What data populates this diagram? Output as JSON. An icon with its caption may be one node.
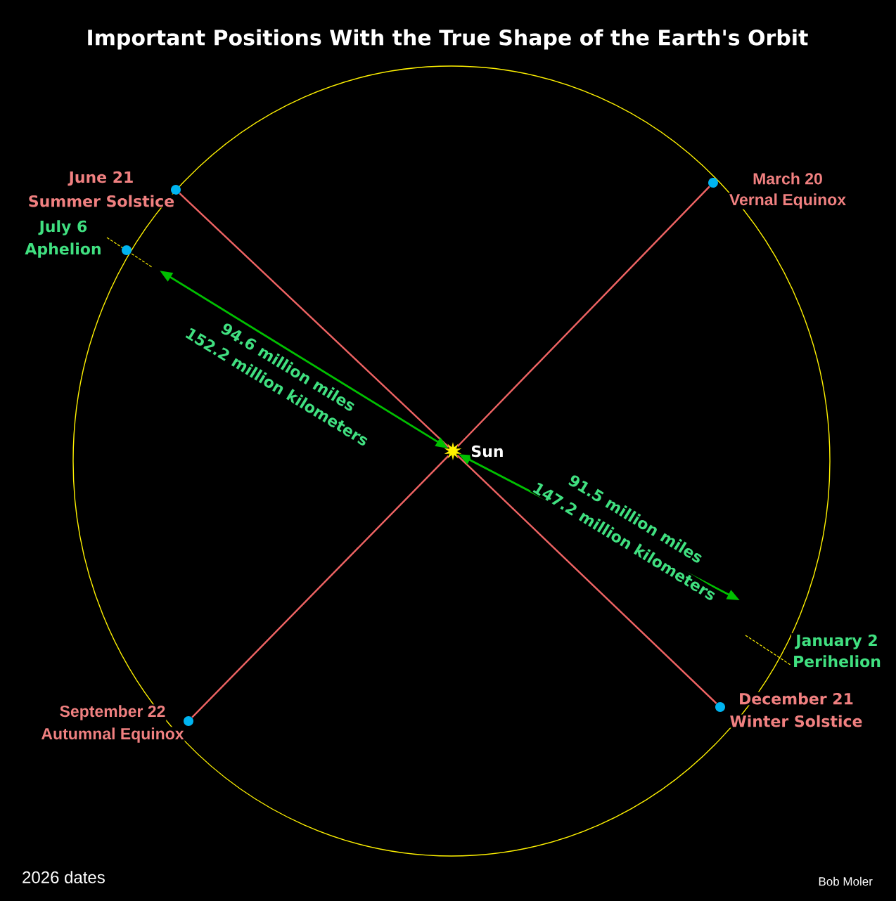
{
  "diagram": {
    "title": "Important Positions With the True Shape of the Earth's Orbit",
    "nodes": [
      {
        "text": [],
        "shape": "star",
        "beside": [
          "Sun"
        ]
      },
      {
        "text": [],
        "shape": "circle",
        "beside": [
          "June 21",
          "Summer Solstice"
        ]
      },
      {
        "text": [],
        "shape": "circle",
        "beside": [
          "March 20",
          "Vernal Equinox"
        ]
      },
      {
        "text": [],
        "shape": "circle",
        "beside": [
          "July 6",
          "Aphelion"
        ]
      },
      {
        "text": [
          "January 2",
          "Perihelion"
        ]
      },
      {
        "text": [],
        "shape": "circle",
        "beside": [
          "September 22",
          "Autumnal Equinox"
        ]
      },
      {
        "text": [],
        "shape": "circle",
        "beside": [
          "December 21",
          "Winter Solstice"
        ]
      }
    ],
    "edges": [
      {
        "from": 1,
        "to": 0,
        "arrow": "none"
      },
      {
        "from": 0,
        "to": 6,
        "arrow": "none"
      },
      {
        "from": 2,
        "to": 0,
        "arrow": "none"
      },
      {
        "from": 0,
        "to": 5,
        "arrow": "none"
      },
      {
        "from": 0,
        "to": 3,
        "arrow": "both",
        "label": "94.6 million miles",
        "color": "#00c000"
      },
      {
        "from": 0,
        "to": 4,
        "arrow": "both",
        "label": "91.5 million miles",
        "color": "#00c000"
      }
    ],
    "labels": [
      "152.2 million kilometers",
      "147.2 million kilometers",
      "2026 dates",
      "Bob Moler"
    ]
  }
}
